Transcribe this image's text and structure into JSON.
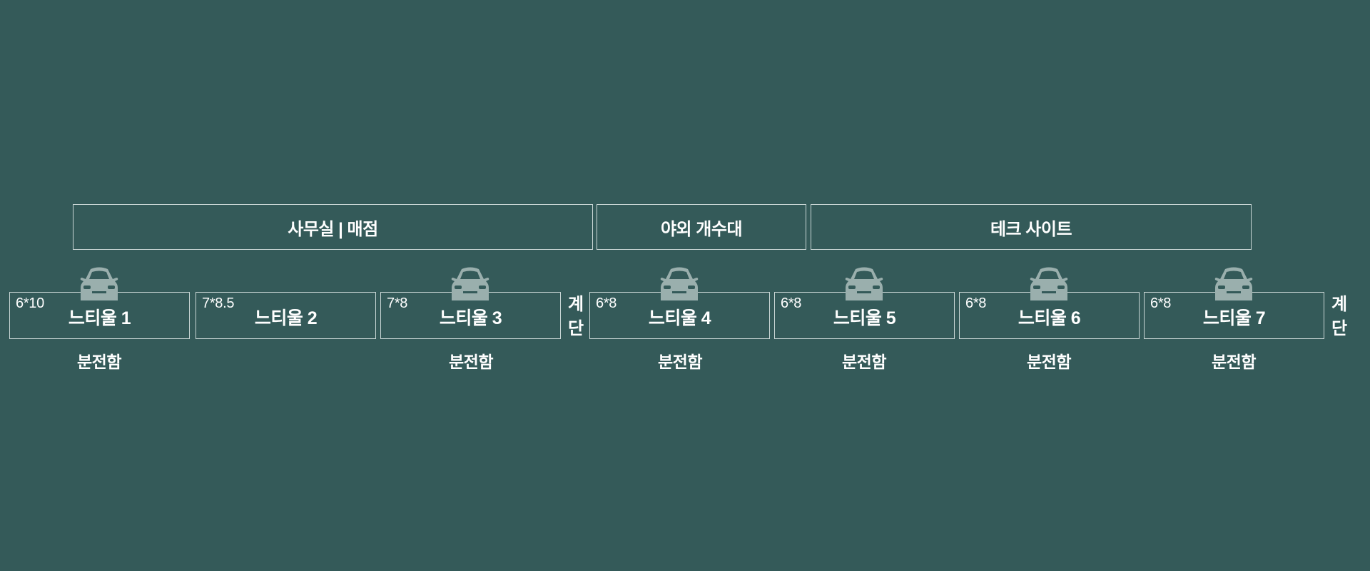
{
  "zones": [
    {
      "label": "사무실 | 매점"
    },
    {
      "label": "야외 개수대"
    },
    {
      "label": "테크 사이트"
    }
  ],
  "units": [
    {
      "name": "느티울 1",
      "size": "6*10",
      "has_panel": true
    },
    {
      "name": "느티울 2",
      "size": "7*8.5",
      "has_panel": false
    },
    {
      "name": "느티울 3",
      "size": "7*8",
      "has_panel": true
    },
    {
      "name": "느티울 4",
      "size": "6*8",
      "has_panel": true
    },
    {
      "name": "느티울 5",
      "size": "6*8",
      "has_panel": true
    },
    {
      "name": "느티울 6",
      "size": "6*8",
      "has_panel": true
    },
    {
      "name": "느티울 7",
      "size": "6*8",
      "has_panel": true
    }
  ],
  "panel_label": "분전함",
  "stairs_label": "계단",
  "stairs_chars": [
    "계",
    "단"
  ],
  "icons": {
    "car": "car-icon"
  },
  "colors": {
    "background": "#345a59",
    "border": "#c9d6d5",
    "car": "#9aafad",
    "text": "#ffffff"
  }
}
